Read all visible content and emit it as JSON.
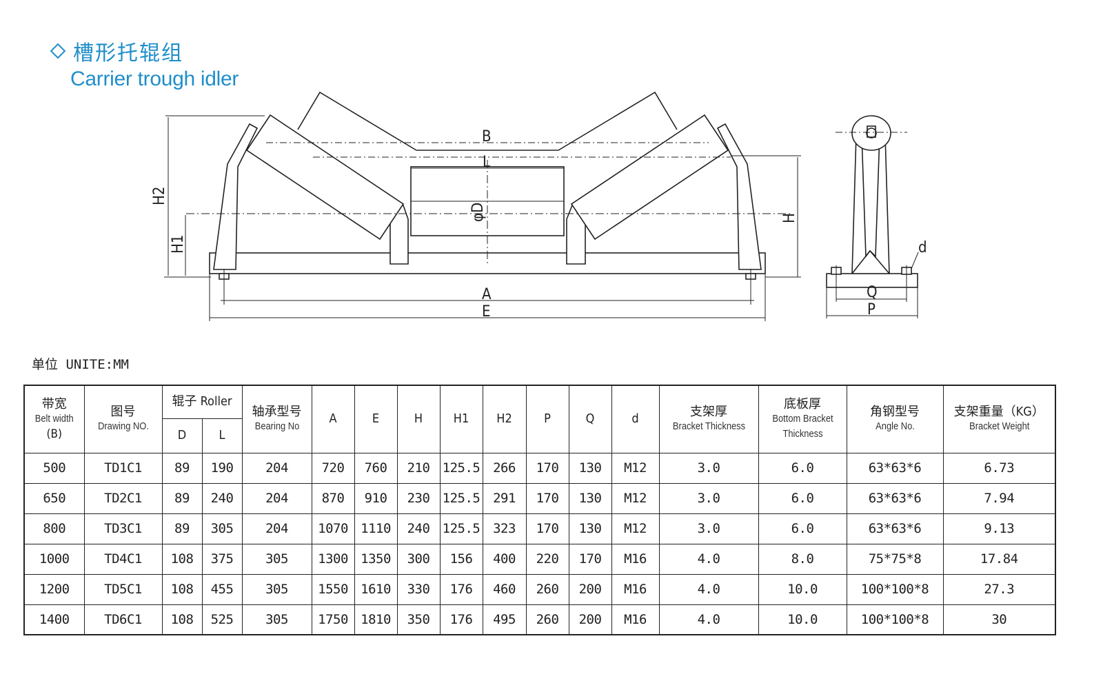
{
  "title": {
    "cn": "槽形托辊组",
    "en": "Carrier trough idler"
  },
  "drawing_labels": {
    "B": "B",
    "L": "L",
    "D": "φD",
    "H": "H",
    "H1": "H1",
    "H2": "H2",
    "A": "A",
    "E": "E",
    "Q": "Q",
    "P": "P",
    "d": "d"
  },
  "unit": "单位 UNITE:MM",
  "table": {
    "headers": {
      "belt_width": {
        "cn": "带宽",
        "en": "Belt width",
        "extra": "(B)"
      },
      "drawing_no": {
        "cn": "图号",
        "en": "Drawing NO."
      },
      "roller": {
        "cn": "辊子 Roller",
        "d": "D",
        "l": "L"
      },
      "bearing": {
        "cn": "轴承型号",
        "en": "Bearing No"
      },
      "a": "A",
      "e": "E",
      "h": "H",
      "h1": "H1",
      "h2": "H2",
      "p": "P",
      "q": "Q",
      "dd": "d",
      "bracket_thickness": {
        "cn": "支架厚",
        "en": "Bracket Thickness"
      },
      "bottom_bracket": {
        "cn": "底板厚",
        "en1": "Bottom Bracket",
        "en2": "Thickness"
      },
      "angle_no": {
        "cn": "角钢型号",
        "en": "Angle No."
      },
      "bracket_weight": {
        "cn": "支架重量（KG）",
        "en": "Bracket Weight"
      }
    },
    "rows": [
      [
        "500",
        "TD1C1",
        "89",
        "190",
        "204",
        "720",
        "760",
        "210",
        "125.5",
        "266",
        "170",
        "130",
        "M12",
        "3.0",
        "6.0",
        "63*63*6",
        "6.73"
      ],
      [
        "650",
        "TD2C1",
        "89",
        "240",
        "204",
        "870",
        "910",
        "230",
        "125.5",
        "291",
        "170",
        "130",
        "M12",
        "3.0",
        "6.0",
        "63*63*6",
        "7.94"
      ],
      [
        "800",
        "TD3C1",
        "89",
        "305",
        "204",
        "1070",
        "1110",
        "240",
        "125.5",
        "323",
        "170",
        "130",
        "M12",
        "3.0",
        "6.0",
        "63*63*6",
        "9.13"
      ],
      [
        "1000",
        "TD4C1",
        "108",
        "375",
        "305",
        "1300",
        "1350",
        "300",
        "156",
        "400",
        "220",
        "170",
        "M16",
        "4.0",
        "8.0",
        "75*75*8",
        "17.84"
      ],
      [
        "1200",
        "TD5C1",
        "108",
        "455",
        "305",
        "1550",
        "1610",
        "330",
        "176",
        "460",
        "260",
        "200",
        "M16",
        "4.0",
        "10.0",
        "100*100*8",
        "27.3"
      ],
      [
        "1400",
        "TD6C1",
        "108",
        "525",
        "305",
        "1750",
        "1810",
        "350",
        "176",
        "495",
        "260",
        "200",
        "M16",
        "4.0",
        "10.0",
        "100*100*8",
        "30"
      ]
    ]
  }
}
